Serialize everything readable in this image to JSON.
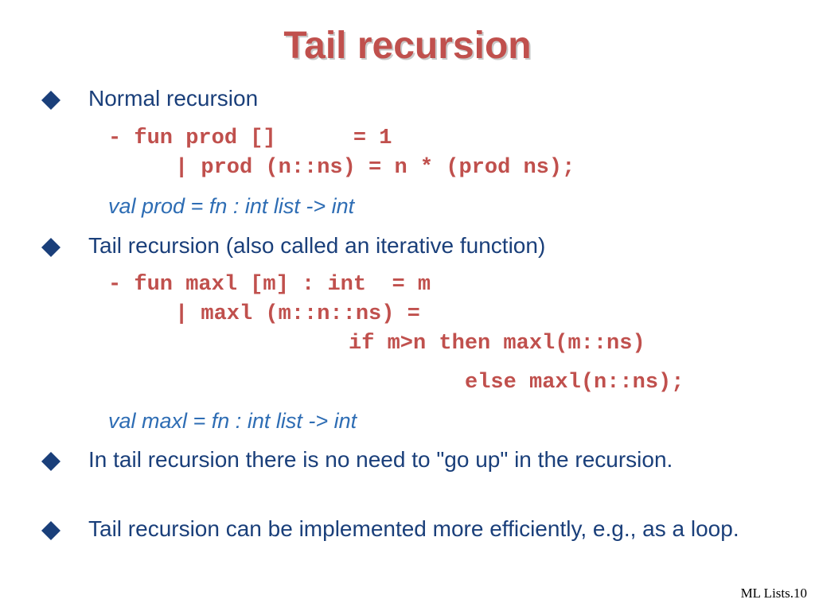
{
  "slide": {
    "title": "Tail recursion",
    "bullets": [
      "Normal recursion",
      "Tail recursion (also called an iterative function)",
      "In tail recursion there is no need to \"go up\" in the recursion.",
      "Tail recursion can be implemented more efficiently, e.g., as a loop."
    ],
    "code_prod": {
      "line1": "- fun prod []      = 1",
      "line2": "| prod (n::ns) = n * (prod ns);",
      "result": "val prod = fn : int list -> int"
    },
    "code_maxl": {
      "line1": "- fun maxl [m] : int  = m",
      "line2": "| maxl (m::n::ns) =",
      "line3": "if m>n then maxl(m::ns)",
      "line4": "else maxl(n::ns);",
      "result": "val maxl = fn : int list -> int"
    },
    "footer": "ML Lists.10"
  },
  "colors": {
    "title": "#c0504d",
    "bullet": "#1a3f7a",
    "code": "#c0504d",
    "result": "#2e6db4"
  }
}
